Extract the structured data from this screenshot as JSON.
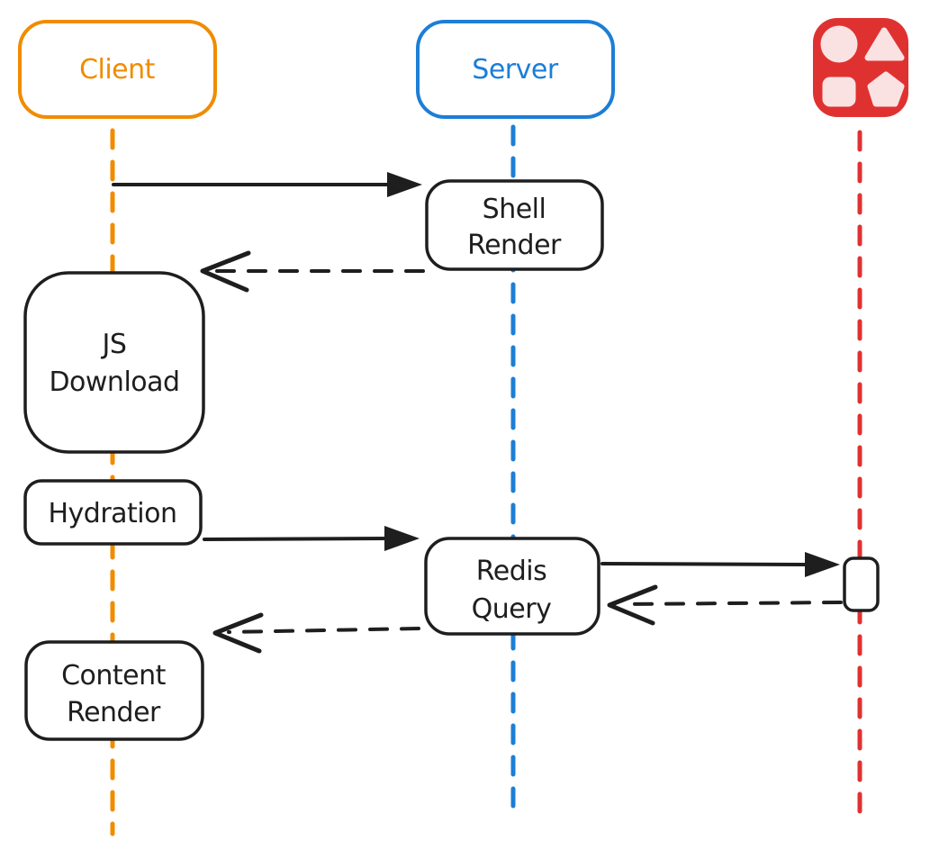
{
  "canvas": {
    "background": "#ffffff"
  },
  "palette": {
    "orange": "#f08c00",
    "blue": "#1c7ed6",
    "red": "#e03131",
    "red_light": "#fbe2e2",
    "ink": "#1e1e1e",
    "box_fill": "#ffffff"
  },
  "actors": {
    "client": {
      "label": "Client",
      "color": "#f08c00"
    },
    "server": {
      "label": "Server",
      "color": "#1c7ed6"
    },
    "datastore": {
      "icon": "shapes-icon",
      "color": "#e03131"
    }
  },
  "nodes": {
    "shell_render": {
      "line1": "Shell",
      "line2": "Render"
    },
    "js_download": {
      "line1": "JS",
      "line2": "Download"
    },
    "hydration": {
      "label": "Hydration"
    },
    "redis_query": {
      "line1": "Redis",
      "line2": "Query"
    },
    "content_render": {
      "line1": "Content",
      "line2": "Render"
    }
  },
  "edges": [
    {
      "from": "client",
      "to": "shell_render",
      "style": "solid",
      "direction": "right"
    },
    {
      "from": "shell_render",
      "to": "client",
      "style": "dashed",
      "direction": "left"
    },
    {
      "from": "hydration",
      "to": "redis_query",
      "style": "solid",
      "direction": "right"
    },
    {
      "from": "redis_query",
      "to": "datastore",
      "style": "solid",
      "direction": "right"
    },
    {
      "from": "datastore",
      "to": "redis_query",
      "style": "dashed",
      "direction": "left"
    },
    {
      "from": "redis_query",
      "to": "content_render",
      "style": "dashed",
      "direction": "left"
    }
  ]
}
